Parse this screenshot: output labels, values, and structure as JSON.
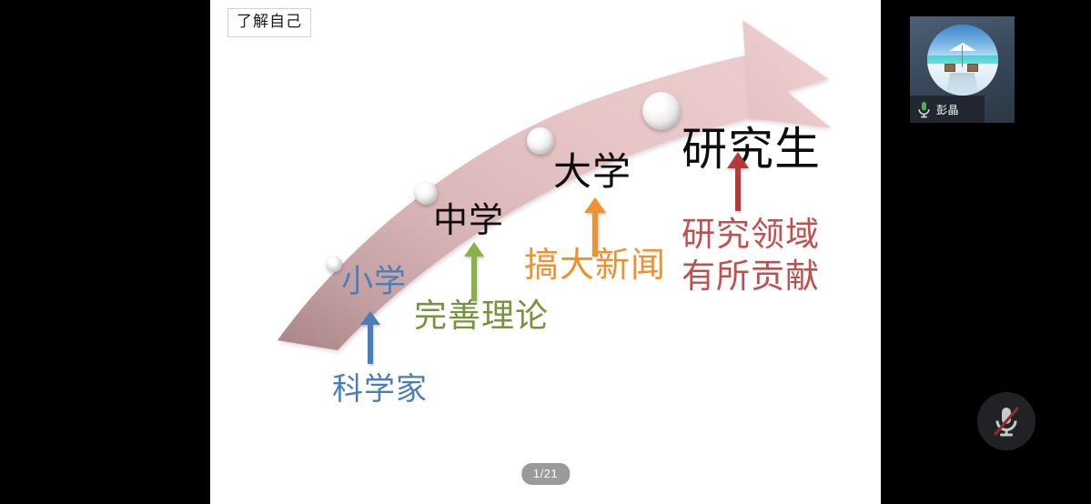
{
  "app": {
    "context": "video-conference-screen-share"
  },
  "slide": {
    "title": "了解自己",
    "page_indicator": "1/21",
    "background_color": "#ffffff",
    "arrow": {
      "name": "growth-arrow",
      "fill_light": "#e7c5c7",
      "fill_dark": "#b08a8a",
      "direction": "up-right"
    },
    "stages": [
      {
        "marker": "sphere-1",
        "stage_label": "小学",
        "stage_label_color": "#4a7ebb",
        "caption": "科学家",
        "caption_color": "#4a7ebb",
        "arrow_color": "#4a7ebb"
      },
      {
        "marker": "sphere-2",
        "stage_label": "中学",
        "stage_label_color": "#0d0d0d",
        "caption": "完善理论",
        "caption_color": "#77933c",
        "arrow_color": "#8cb14a"
      },
      {
        "marker": "sphere-3",
        "stage_label": "大学",
        "stage_label_color": "#0d0d0d",
        "caption": "搞大新闻",
        "caption_color": "#f0902f",
        "arrow_color": "#f0902f"
      },
      {
        "marker": "sphere-4",
        "stage_label": "研究生",
        "stage_label_color": "#0d0d0d",
        "caption_line1": "研究领域",
        "caption_line2": "有所贡献",
        "caption_color": "#c0504d",
        "arrow_color": "#b03a38"
      }
    ]
  },
  "video_tile": {
    "participant_name": "彭晶",
    "mic_icon": "microphone-icon",
    "mic_state": "unmuted",
    "mic_color": "#4caf50",
    "avatar_scene": "beach-umbrella-photo"
  },
  "controls": {
    "mute_button": {
      "icon": "microphone-muted-icon",
      "state": "muted",
      "slash_color": "#8e2b2b",
      "icon_color": "#c9c9c9",
      "background": "#222226"
    }
  }
}
